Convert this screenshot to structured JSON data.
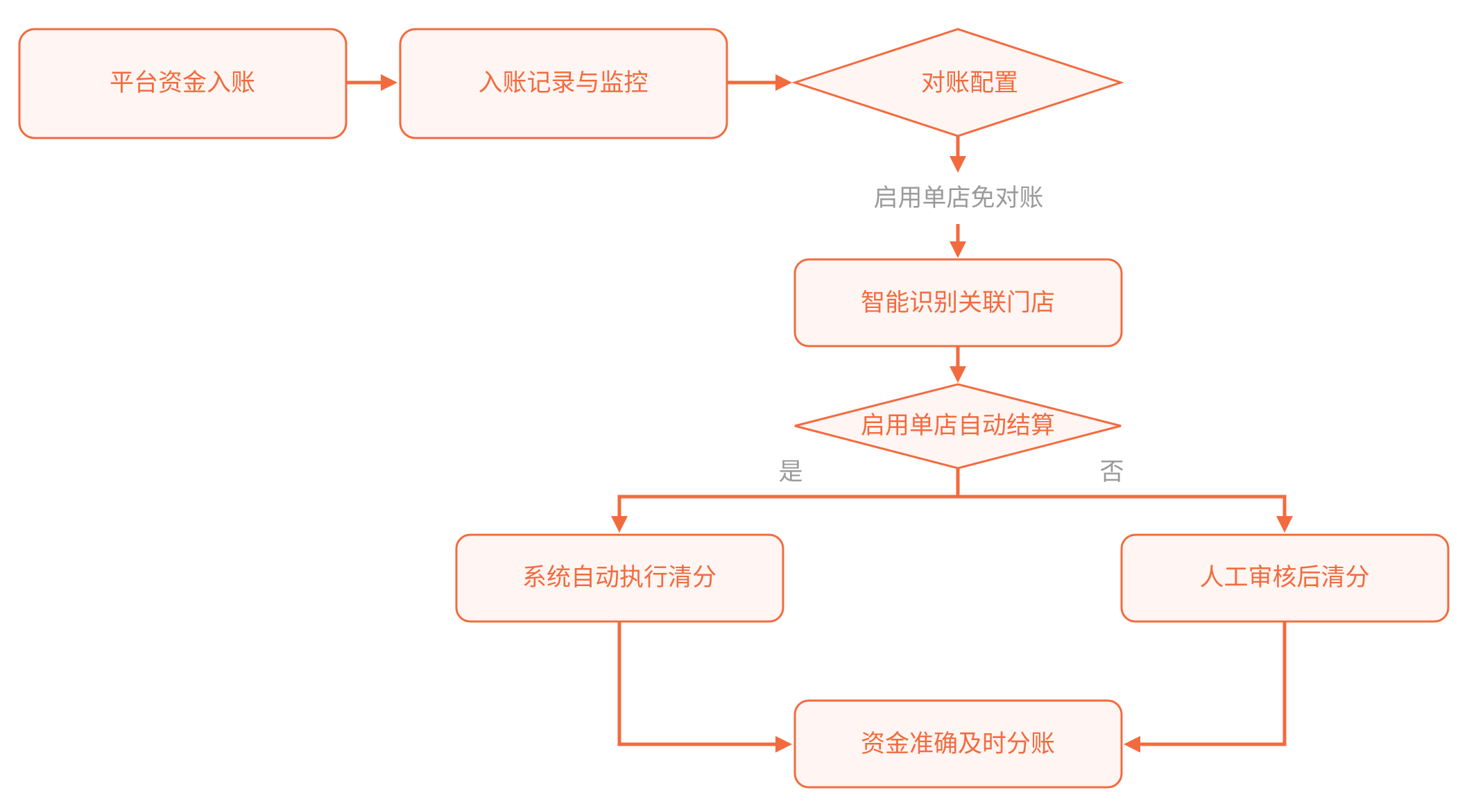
{
  "colors": {
    "accent": "#f26b3f",
    "node_fill": "#fff5f2",
    "label_gray": "#9a9a9a",
    "background": "#ffffff"
  },
  "nodes": {
    "platform_income": "平台资金入账",
    "income_monitor": "入账记录与监控",
    "reconcile_config": "对账配置",
    "identify_store": "智能识别关联门店",
    "auto_settle": "启用单店自动结算",
    "auto_split": "系统自动执行清分",
    "manual_split": "人工审核后清分",
    "final": "资金准确及时分账"
  },
  "labels": {
    "exempt": "启用单店免对账",
    "yes": "是",
    "no": "否"
  }
}
